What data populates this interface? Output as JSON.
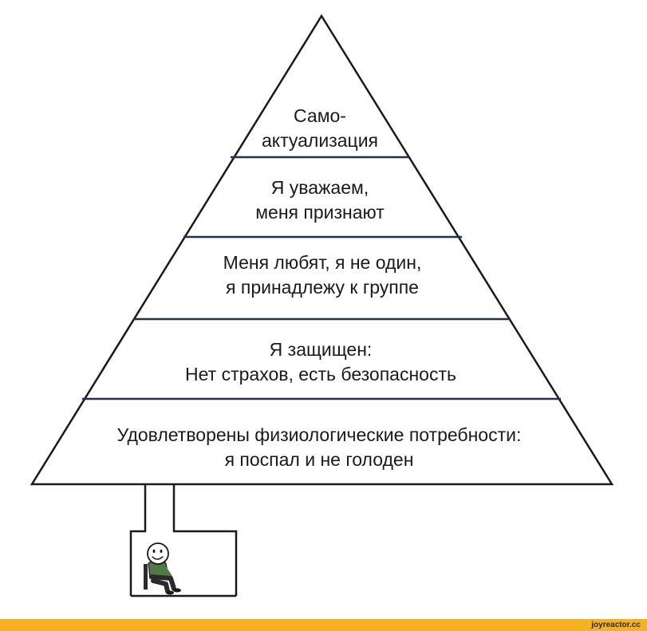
{
  "levels": [
    {
      "line1": "Само-",
      "line2": "актуализация"
    },
    {
      "line1": "Я уважаем,",
      "line2": "меня признают"
    },
    {
      "line1": "Меня любят, я не один,",
      "line2": "я принадлежу к группе"
    },
    {
      "line1": "Я защищен:",
      "line2": "Нет страхов, есть безопасность"
    },
    {
      "line1": "Удовлетворены физиологические потребности:",
      "line2": "я поспал и не голоден"
    }
  ],
  "watermark": "joyreactor.cc",
  "colors": {
    "outline": "#1a1a1a",
    "divider": "#1e3150",
    "footer": "#f5b120",
    "shirt": "#4e7a45",
    "pants": "#2a2a2a"
  }
}
